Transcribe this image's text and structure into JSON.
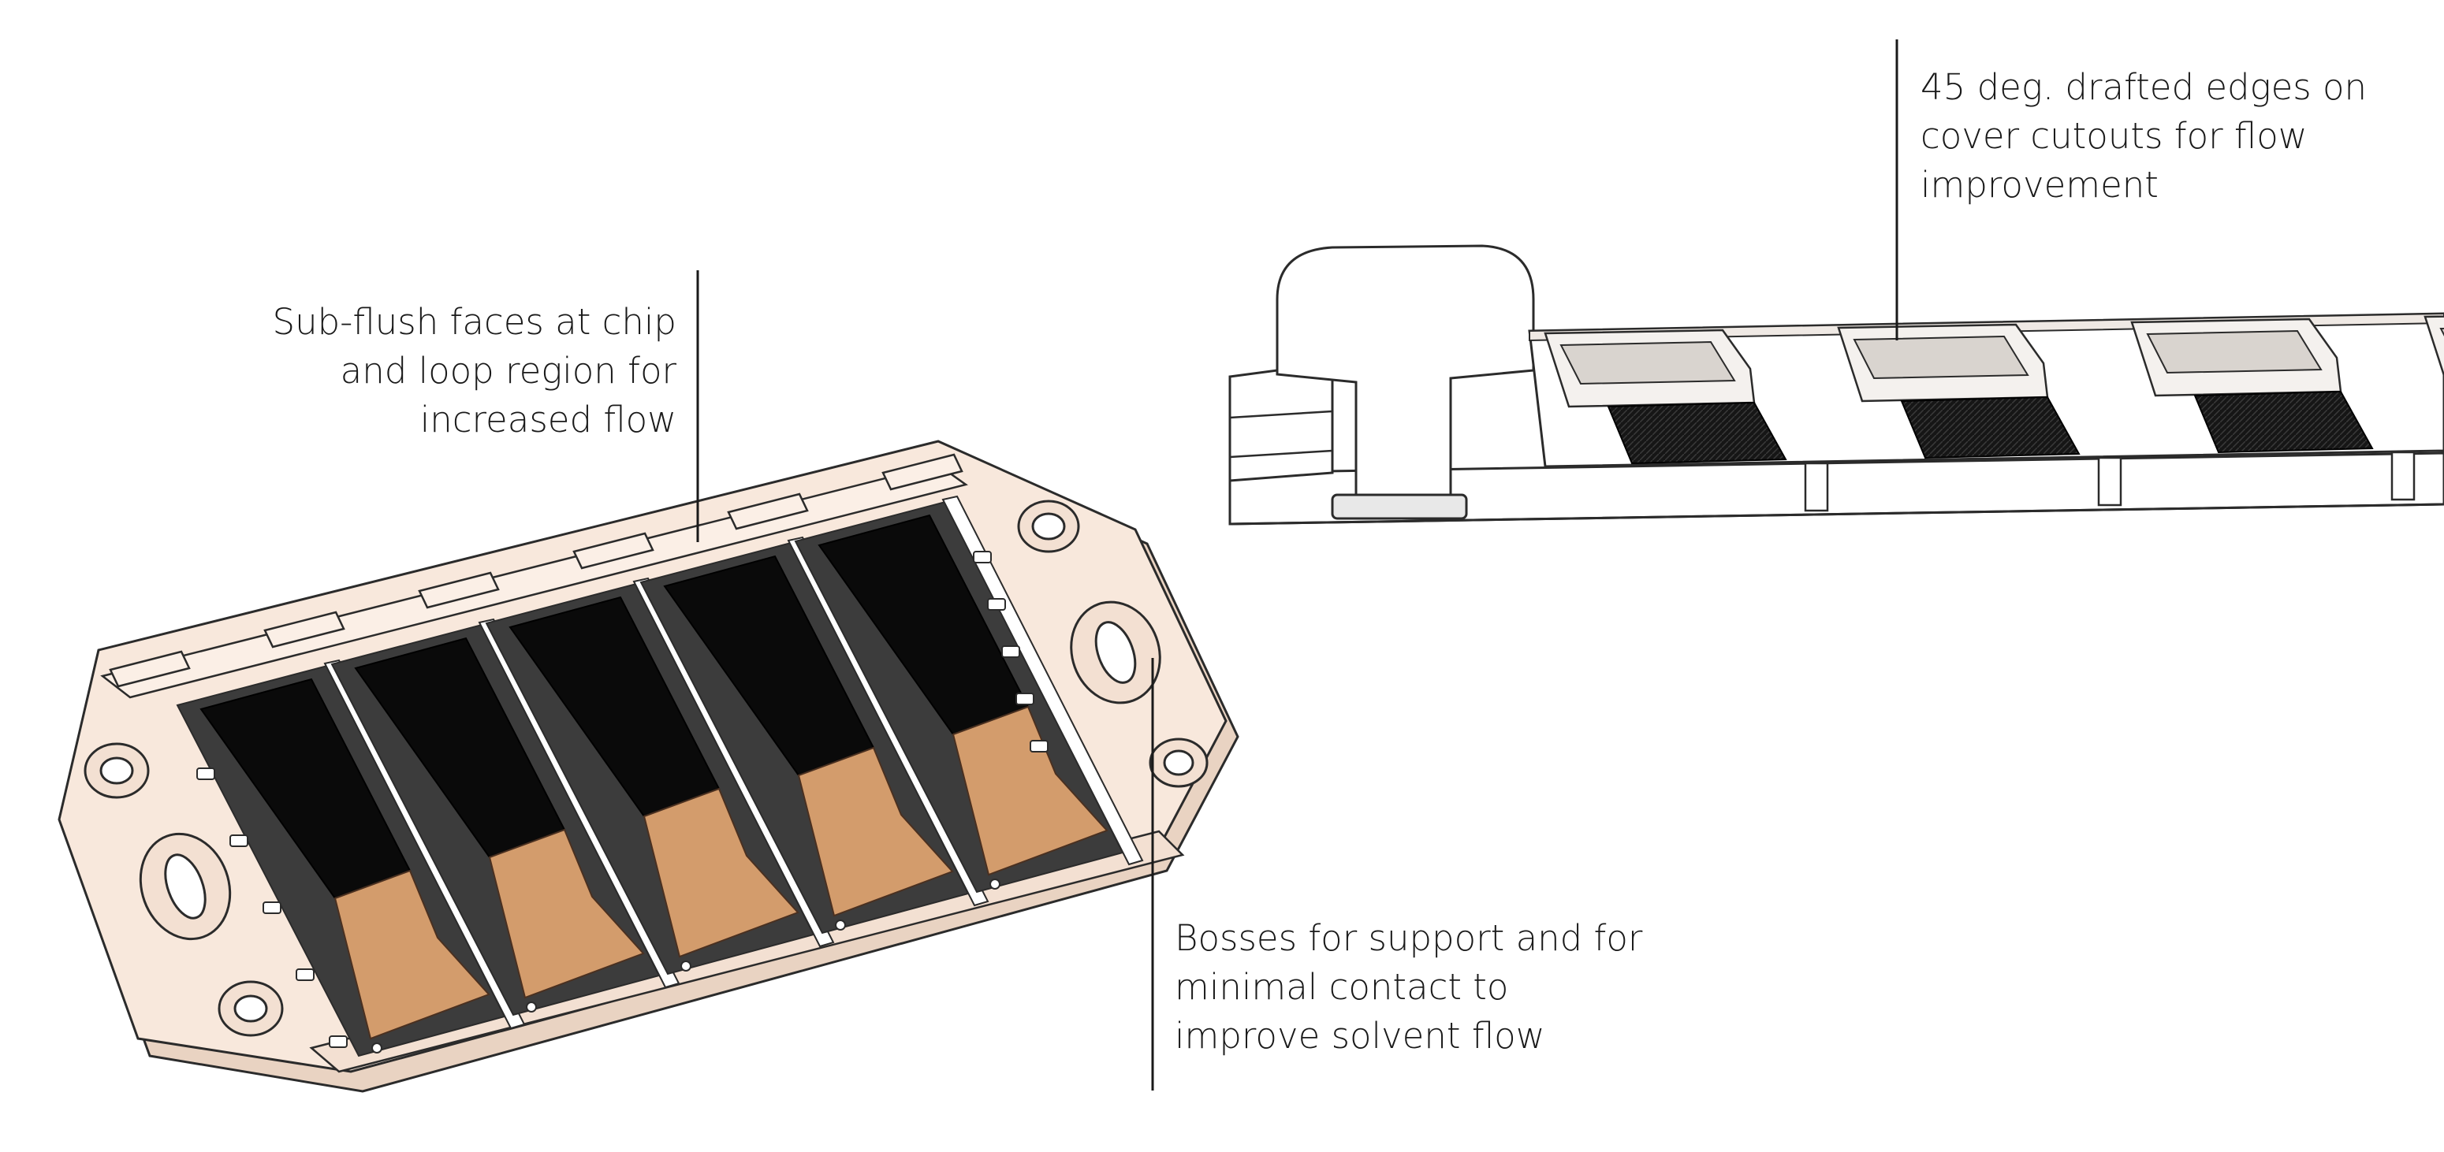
{
  "callouts": {
    "subflush": {
      "lines": [
        "Sub-flush faces at chip",
        "and loop region for",
        "increased flow"
      ]
    },
    "bosses": {
      "lines": [
        "Bosses for support and for",
        "minimal contact to",
        "improve solvent flow"
      ]
    },
    "drafted": {
      "lines": [
        "45 deg. drafted edges on",
        "cover cutouts for flow",
        "improvement"
      ]
    }
  },
  "colors": {
    "tray": "#f8e8dc",
    "tray_edge": "#e7cfbe",
    "outline": "#2b2b2b",
    "chip": "#0a0a0a",
    "loop": "#d39c6c",
    "cover": "#ffffff",
    "cover_shade": "#d9d4cf"
  }
}
